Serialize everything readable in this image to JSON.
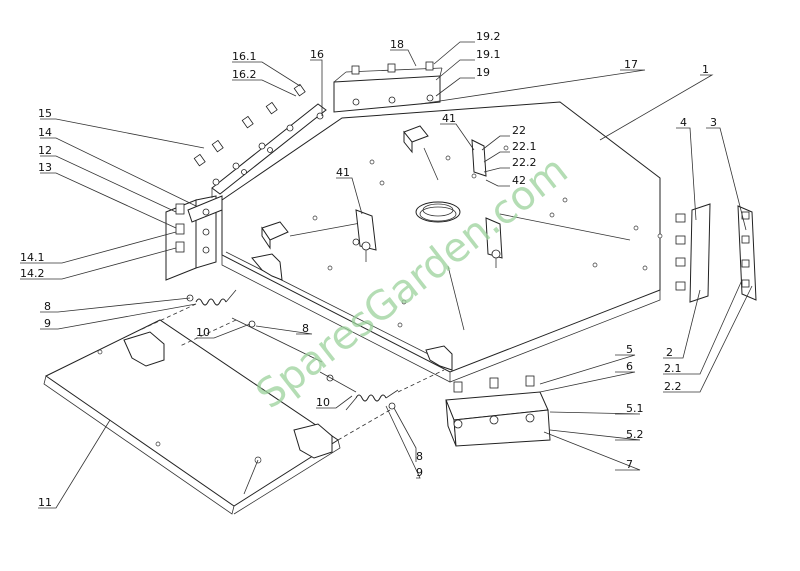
{
  "watermark": "SparesGarden.com",
  "colors": {
    "line": "#222222",
    "watermark": "#9bd29b",
    "background": "#ffffff"
  },
  "callouts": [
    {
      "id": "c-1",
      "text": "1"
    },
    {
      "id": "c-2",
      "text": "2"
    },
    {
      "id": "c-2-1",
      "text": "2.1"
    },
    {
      "id": "c-2-2",
      "text": "2.2"
    },
    {
      "id": "c-3",
      "text": "3"
    },
    {
      "id": "c-4",
      "text": "4"
    },
    {
      "id": "c-5",
      "text": "5"
    },
    {
      "id": "c-5-1",
      "text": "5.1"
    },
    {
      "id": "c-5-2",
      "text": "5.2"
    },
    {
      "id": "c-6",
      "text": "6"
    },
    {
      "id": "c-7",
      "text": "7"
    },
    {
      "id": "c-8a",
      "text": "8"
    },
    {
      "id": "c-8b",
      "text": "8"
    },
    {
      "id": "c-8c",
      "text": "8"
    },
    {
      "id": "c-9a",
      "text": "9"
    },
    {
      "id": "c-9b",
      "text": "9"
    },
    {
      "id": "c-10a",
      "text": "10"
    },
    {
      "id": "c-10b",
      "text": "10"
    },
    {
      "id": "c-11",
      "text": "11"
    },
    {
      "id": "c-12",
      "text": "12"
    },
    {
      "id": "c-13",
      "text": "13"
    },
    {
      "id": "c-14",
      "text": "14"
    },
    {
      "id": "c-14-1",
      "text": "14.1"
    },
    {
      "id": "c-14-2",
      "text": "14.2"
    },
    {
      "id": "c-15",
      "text": "15"
    },
    {
      "id": "c-16",
      "text": "16"
    },
    {
      "id": "c-16-1",
      "text": "16.1"
    },
    {
      "id": "c-16-2",
      "text": "16.2"
    },
    {
      "id": "c-17",
      "text": "17"
    },
    {
      "id": "c-18",
      "text": "18"
    },
    {
      "id": "c-19",
      "text": "19"
    },
    {
      "id": "c-19-1",
      "text": "19.1"
    },
    {
      "id": "c-19-2",
      "text": "19.2"
    },
    {
      "id": "c-22",
      "text": "22"
    },
    {
      "id": "c-22-1",
      "text": "22.1"
    },
    {
      "id": "c-22-2",
      "text": "22.2"
    },
    {
      "id": "c-41a",
      "text": "41"
    },
    {
      "id": "c-41b",
      "text": "41"
    },
    {
      "id": "c-42",
      "text": "42"
    }
  ]
}
